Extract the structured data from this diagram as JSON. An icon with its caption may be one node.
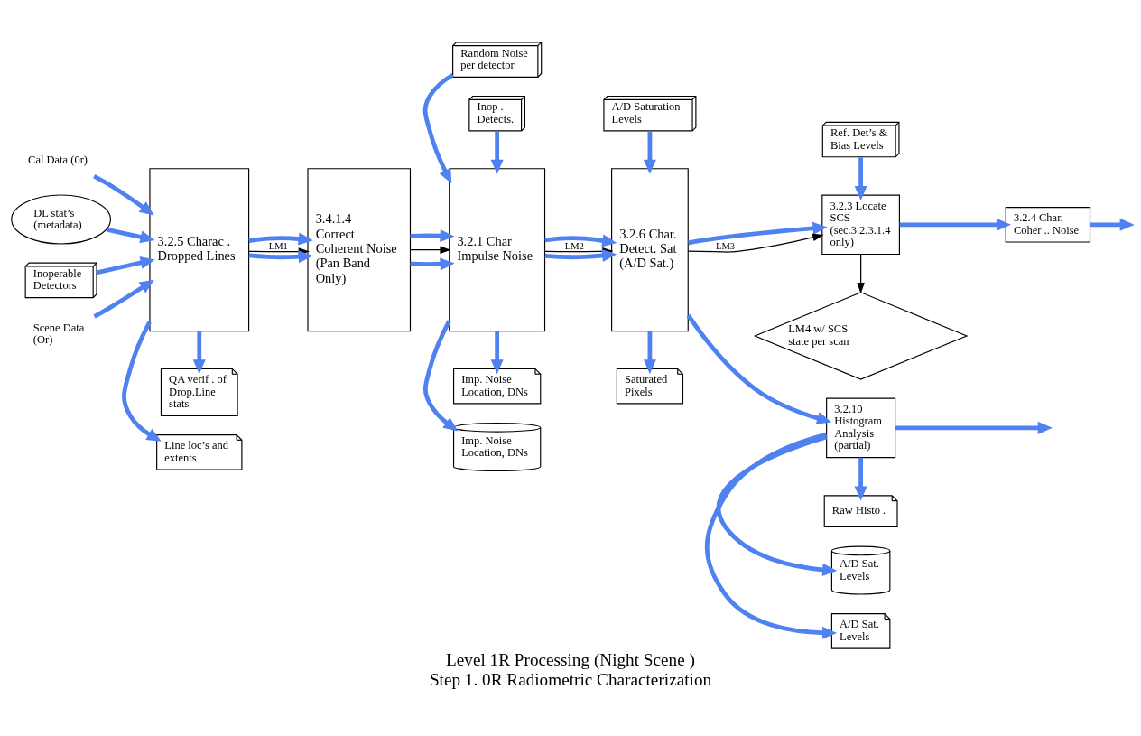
{
  "diagram": {
    "title": "Level 1R Processing (Night Scene )",
    "caption": "Step 1. 0R Radiometric Characterization",
    "nodes": [
      {
        "text": [
          "Cal Data (0r)"
        ]
      },
      {
        "text": [
          "DL stat’s (metadata)"
        ]
      },
      {
        "text": [
          "Inoperable Detectors"
        ]
      },
      {
        "text": [
          "Scene Data (Or)"
        ]
      },
      {
        "text": [
          "3.2.5 Charac . Dropped Lines"
        ]
      },
      {
        "text": [
          "3.4.1.4 Correct Coherent Noise (Pan Band Only)"
        ]
      },
      {
        "text": [
          "3.2.1 Char Impulse Noise"
        ]
      },
      {
        "text": [
          "3.2.6 Char. Detect. Sat (A/D Sat.)"
        ]
      },
      {
        "text": [
          "Imp. Noise Location, DNs"
        ]
      },
      {
        "text": [
          "Imp. Noise Location, DNs"
        ]
      },
      {
        "text": [
          "Saturated Pixels"
        ]
      },
      {
        "text": [
          "Ref. Det’s & Bias Levels"
        ]
      },
      {
        "text": [
          "3.2.3 Locate SCS (sec.3.2.3.1.4 only)"
        ]
      },
      {
        "text": [
          "3.2.4 Char. Coher .. Noise"
        ]
      },
      {
        "text": [
          "LM4 w/ SCS state per scan"
        ]
      },
      {
        "text": [
          "3.2.10 Histogram Analysis (partial)"
        ]
      },
      {
        "text": [
          "QA verif . of Drop.Line stats"
        ]
      },
      {
        "text": [
          "Line loc’s and extents"
        ]
      },
      {
        "text": [
          "Random Noise per detector"
        ]
      },
      {
        "text": [
          "Inop . Detects."
        ]
      },
      {
        "text": [
          "A/D Saturation Levels"
        ]
      },
      {
        "text": [
          "Raw Histo ."
        ]
      },
      {
        "text": [
          "A/D Sat. Levels"
        ]
      },
      {
        "text": [
          "A/D Sat. Levels"
        ]
      }
    ],
    "edges": [
      {
        "from": 0,
        "to": 4,
        "arrow": "to"
      },
      {
        "from": 1,
        "to": 4,
        "arrow": "to"
      },
      {
        "from": 2,
        "to": 4,
        "arrow": "to"
      },
      {
        "from": 3,
        "to": 4,
        "arrow": "to"
      },
      {
        "from": 4,
        "to": 5,
        "arrow": "to"
      },
      {
        "from": 4,
        "to": 5,
        "arrow": "to",
        "label": "LM1",
        "color": "#000000"
      },
      {
        "from": 4,
        "to": 5,
        "arrow": "to"
      },
      {
        "from": 5,
        "to": 6,
        "arrow": "to"
      },
      {
        "from": 5,
        "to": 6,
        "arrow": "to",
        "color": "#000000"
      },
      {
        "from": 5,
        "to": 6,
        "arrow": "to"
      },
      {
        "from": 6,
        "to": 7,
        "arrow": "to"
      },
      {
        "from": 6,
        "to": 7,
        "arrow": "to",
        "label": "LM2",
        "color": "#000000"
      },
      {
        "from": 6,
        "to": 7,
        "arrow": "to"
      },
      {
        "from": 7,
        "to": 12,
        "arrow": "to"
      },
      {
        "from": 7,
        "to": 12,
        "arrow": "to",
        "label": "LM3",
        "color": "#000000"
      },
      {
        "from": 7,
        "to": 15,
        "arrow": "to"
      },
      {
        "from": 12,
        "to": 13,
        "arrow": "to"
      },
      {
        "from": 13,
        "to": null,
        "arrow": "to"
      },
      {
        "from": 15,
        "to": null,
        "arrow": "to"
      },
      {
        "from": 6,
        "to": 8,
        "arrow": "to"
      },
      {
        "from": 6,
        "to": 9,
        "arrow": "to"
      },
      {
        "from": 7,
        "to": 10,
        "arrow": "to"
      },
      {
        "from": 11,
        "to": 12,
        "arrow": "to"
      },
      {
        "from": 12,
        "to": 14,
        "arrow": "to",
        "color": "#000000"
      },
      {
        "from": 4,
        "to": 16,
        "arrow": "to"
      },
      {
        "from": 4,
        "to": 17,
        "arrow": "to"
      },
      {
        "from": 18,
        "to": 6,
        "arrow": "to"
      },
      {
        "from": 19,
        "to": 6,
        "arrow": "to"
      },
      {
        "from": 20,
        "to": 7,
        "arrow": "to"
      },
      {
        "from": 15,
        "to": 21,
        "arrow": "to"
      },
      {
        "from": 15,
        "to": 22,
        "arrow": "to"
      },
      {
        "from": 15,
        "to": 23,
        "arrow": "to"
      }
    ]
  }
}
